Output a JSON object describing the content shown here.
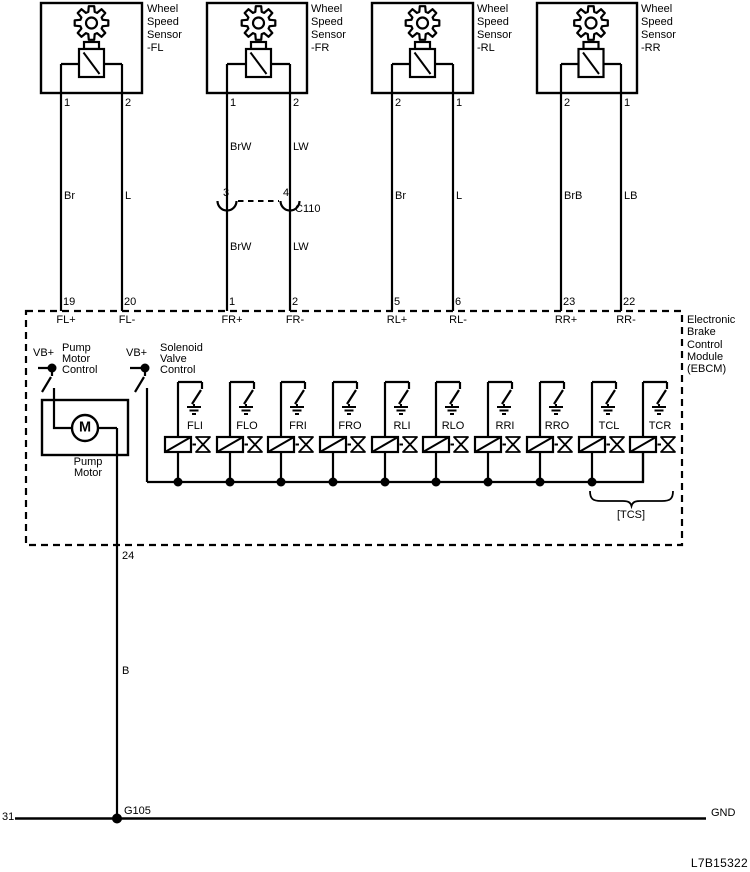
{
  "colors": {
    "ink": "#000000",
    "background": "#ffffff"
  },
  "sensors": [
    {
      "label": "Wheel\nSpeed\nSensor\n-FL",
      "pin_left": "1",
      "pin_right": "2",
      "wire_left": "Br",
      "wire_right": "L"
    },
    {
      "label": "Wheel\nSpeed\nSensor\n-FR",
      "pin_left": "1",
      "pin_right": "2",
      "wire_left": "BrW",
      "wire_right": "LW"
    },
    {
      "label": "Wheel\nSpeed\nSensor\n-RL",
      "pin_left": "2",
      "pin_right": "1",
      "wire_left": "Br",
      "wire_right": "L"
    },
    {
      "label": "Wheel\nSpeed\nSensor\n-RR",
      "pin_left": "2",
      "pin_right": "1",
      "wire_left": "BrB",
      "wire_right": "LB"
    }
  ],
  "connector": {
    "name": "C110",
    "pin_left": "3",
    "pin_right": "4",
    "wire_left_below": "BrW",
    "wire_right_below": "LW"
  },
  "ebcm": {
    "title": "Electronic\nBrake\nControl\nModule\n(EBCM)",
    "pins": [
      {
        "num": "19",
        "signal": "FL+"
      },
      {
        "num": "20",
        "signal": "FL-"
      },
      {
        "num": "1",
        "signal": "FR+"
      },
      {
        "num": "2",
        "signal": "FR-"
      },
      {
        "num": "5",
        "signal": "RL+"
      },
      {
        "num": "6",
        "signal": "RL-"
      },
      {
        "num": "23",
        "signal": "RR+"
      },
      {
        "num": "22",
        "signal": "RR-"
      }
    ],
    "pump_vb": "VB+",
    "pump_control_label": "Pump\nMotor\nControl",
    "solenoid_vb": "VB+",
    "solenoid_control_label": "Solenoid\nValve\nControl",
    "pump_motor_symbol": "M",
    "pump_motor_label": "Pump\nMotor",
    "valves": [
      "FLI",
      "FLO",
      "FRI",
      "FRO",
      "RLI",
      "RLO",
      "RRI",
      "RRO",
      "TCL",
      "TCR"
    ],
    "tcs_label": "[TCS]",
    "output_pin": "24"
  },
  "ground": {
    "wire_color": "B",
    "left_terminal": "31",
    "ground_id": "G105",
    "right_terminal": "GND"
  },
  "diagram_id": "L7B15322"
}
